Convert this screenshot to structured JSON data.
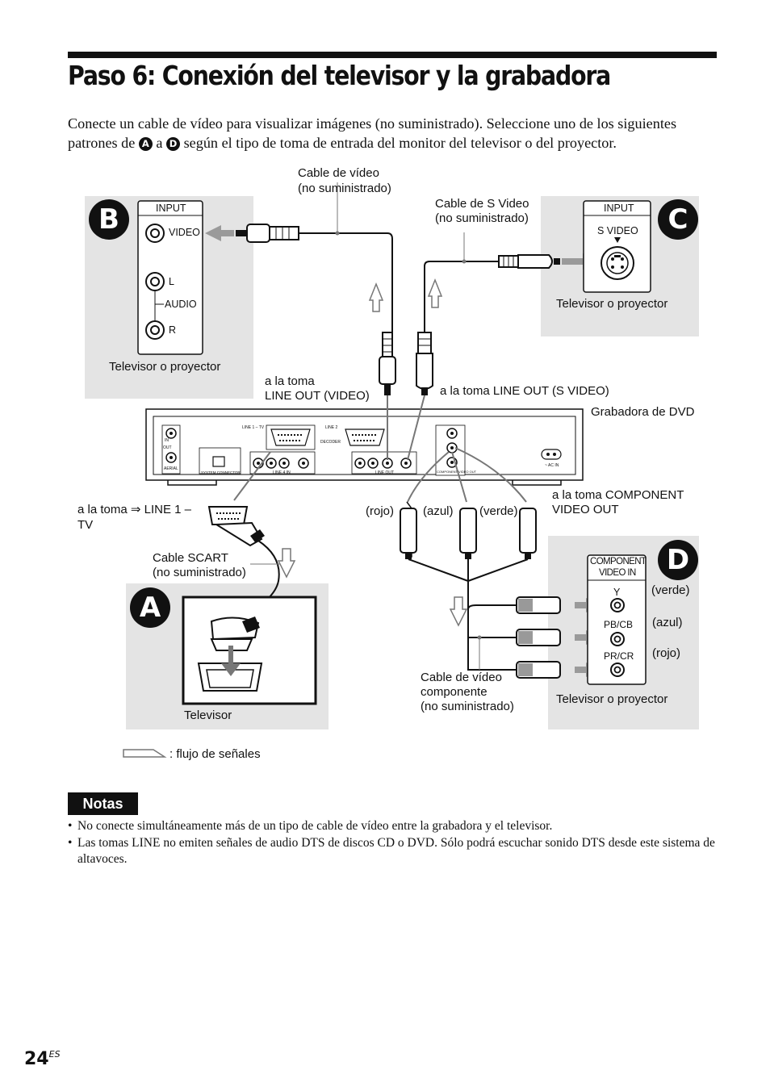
{
  "title": "Paso 6: Conexión del televisor y la grabadora",
  "intro": {
    "part1": "Conecte un cable de vídeo para visualizar imágenes (no suministrado). Seleccione uno de los siguientes patrones de",
    "badge_a": "A",
    "connector": "a",
    "badge_d": "D",
    "part2": "según el tipo de toma de entrada del monitor del televisor o del proyector."
  },
  "diagram": {
    "panels": {
      "a": "A",
      "b": "B",
      "c": "C",
      "d": "D"
    },
    "panel_b": {
      "input": "INPUT",
      "video": "VIDEO",
      "l": "L",
      "audio": "AUDIO",
      "r": "R",
      "caption": "Televisor o proyector"
    },
    "panel_c": {
      "input": "INPUT",
      "s_video": "S VIDEO",
      "caption": "Televisor o proyector"
    },
    "panel_a": {
      "caption": "Televisor"
    },
    "panel_d": {
      "component_line1": "COMPONENT",
      "component_line2": "VIDEO IN",
      "y": "Y",
      "pb": "PB/CB",
      "pr": "PR/CR",
      "verde": "(verde)",
      "azul": "(azul)",
      "rojo": "(rojo)",
      "caption": "Televisor o proyector"
    },
    "labels": {
      "video_cable_1": "Cable de vídeo",
      "video_cable_2": "(no suministrado)",
      "svideo_cable_1": "Cable de S Video",
      "svideo_cable_2": "(no suministrado)",
      "line_out_video_1": "a la toma",
      "line_out_video_2": "LINE OUT (VIDEO)",
      "line_out_svideo": "a la toma LINE OUT (S VIDEO)",
      "recorder": "Grabadora de DVD",
      "line1_tv_1": "a la toma",
      "line1_tv_symbol": "⇒",
      "line1_tv_2": "LINE 1 –",
      "line1_tv_3": "TV",
      "scart_1": "Cable SCART",
      "scart_2": "(no suministrado)",
      "rojo": "(rojo)",
      "azul": "(azul)",
      "verde": "(verde)",
      "component_out_1": "a la toma COMPONENT",
      "component_out_2": "VIDEO OUT",
      "component_cable_1": "Cable de vídeo",
      "component_cable_2": "componente",
      "component_cable_3": "(no suministrado)",
      "signal_flow": ": flujo de señales"
    },
    "rear_panel": {
      "in": "IN",
      "out": "OUT",
      "aerial": "AERIAL",
      "system_connector": "SYSTEM CONNECTOR",
      "line1": "LINE 1 – TV",
      "line2": "LINE 2",
      "decoder": "DECODER",
      "line4_in": "LINE 4 IN",
      "line_out": "LINE OUT",
      "component": "COMPONENT VIDEO OUT",
      "ac_in": "~ AC IN"
    }
  },
  "notes_heading": "Notas",
  "notes": [
    "No conecte simultáneamente más de un tipo de cable de vídeo entre la grabadora y el televisor.",
    "Las tomas LINE no emiten señales de audio DTS de discos CD o DVD. Sólo podrá escuchar sonido DTS desde este sistema de altavoces."
  ],
  "page": {
    "number": "24",
    "suffix": "ES"
  }
}
